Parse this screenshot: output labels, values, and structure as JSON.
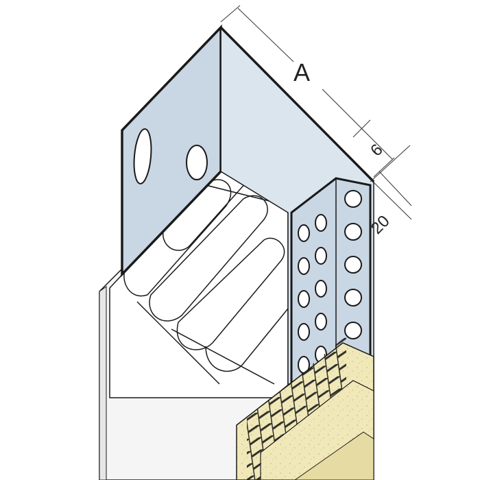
{
  "dimensions": {
    "a_label": "A",
    "six_label": "6",
    "twenty_label": "20"
  },
  "colors": {
    "profile_metal": "#c9d6e3",
    "profile_metal_dark": "#aebdcc",
    "insulation": "#ffffff",
    "board": "#f4f4f4",
    "plaster_coat": "#f0e8b8",
    "mesh": "#1a1a1a",
    "outline": "#1a1a1a",
    "dimension_line": "#333333"
  }
}
